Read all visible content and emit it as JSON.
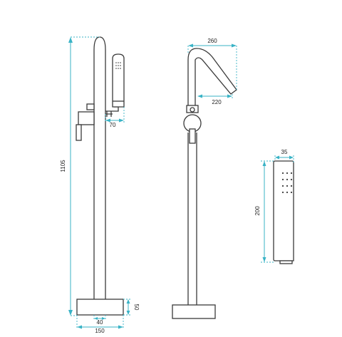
{
  "dimensions": {
    "total_height": "1105",
    "spout_reach": "260",
    "spout_outlet_offset": "220",
    "hand_shower_offset": "70",
    "base_height": "50",
    "pipe_offset": "40",
    "base_width": "150",
    "hand_shower_width": "35",
    "hand_shower_length": "200"
  },
  "colors": {
    "outline": "#3a3a3a",
    "dimension": "#39b3c6"
  }
}
